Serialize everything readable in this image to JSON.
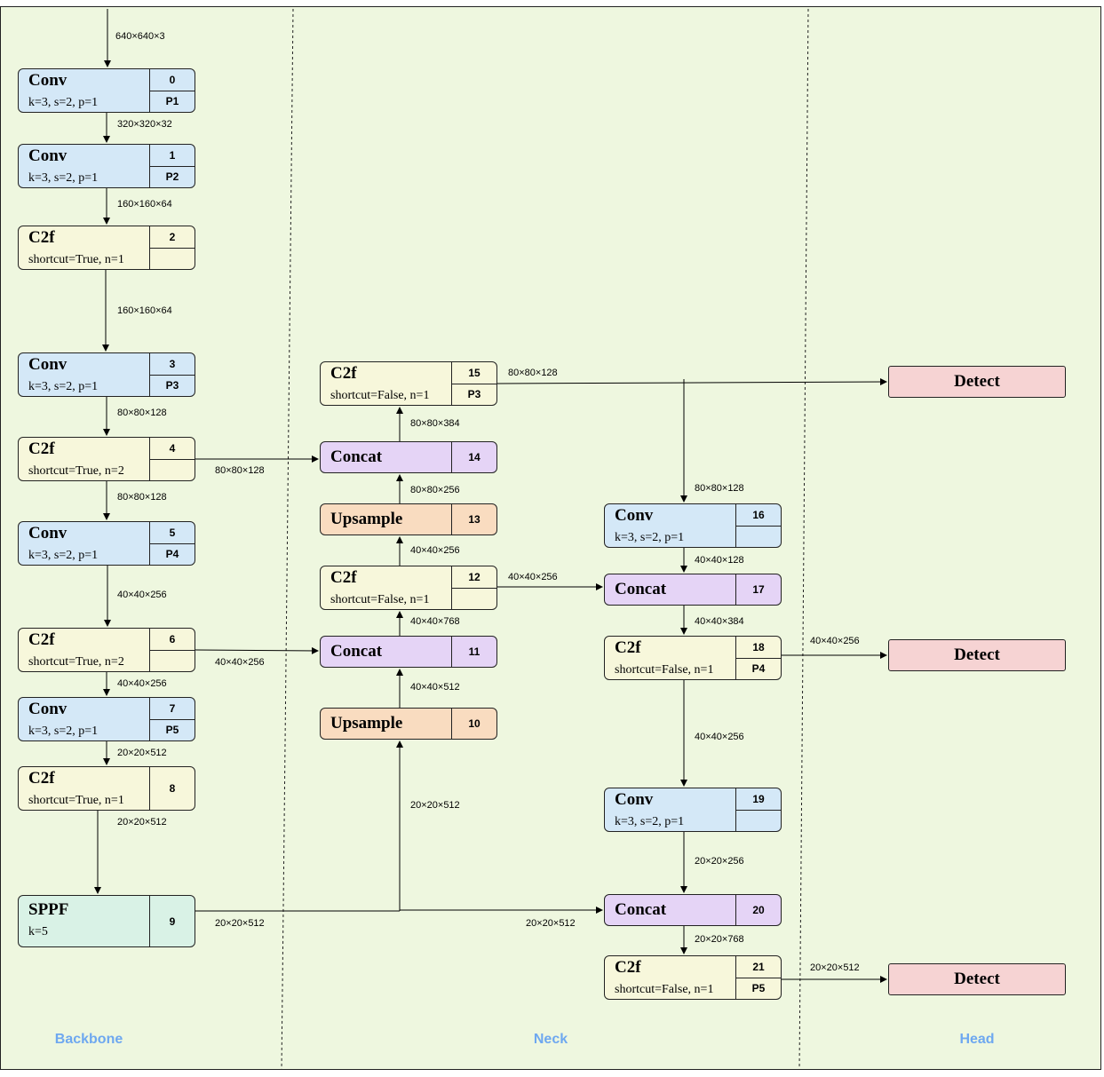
{
  "sections": {
    "backbone": "Backbone",
    "neck": "Neck",
    "head": "Head"
  },
  "nodes": {
    "n0": {
      "type": "Conv",
      "params": "k=3, s=2, p=1",
      "num": "0",
      "p": "P1"
    },
    "n1": {
      "type": "Conv",
      "params": "k=3, s=2, p=1",
      "num": "1",
      "p": "P2"
    },
    "n2": {
      "type": "C2f",
      "params": "shortcut=True, n=1",
      "num": "2",
      "p": ""
    },
    "n3": {
      "type": "Conv",
      "params": "k=3, s=2, p=1",
      "num": "3",
      "p": "P3"
    },
    "n4": {
      "type": "C2f",
      "params": "shortcut=True, n=2",
      "num": "4",
      "p": ""
    },
    "n5": {
      "type": "Conv",
      "params": "k=3, s=2, p=1",
      "num": "5",
      "p": "P4"
    },
    "n6": {
      "type": "C2f",
      "params": "shortcut=True, n=2",
      "num": "6",
      "p": ""
    },
    "n7": {
      "type": "Conv",
      "params": "k=3, s=2, p=1",
      "num": "7",
      "p": "P5"
    },
    "n8": {
      "type": "C2f",
      "params": "shortcut=True, n=1",
      "num": "8"
    },
    "n9": {
      "type": "SPPF",
      "params": "k=5",
      "num": "9"
    },
    "n10": {
      "type": "Upsample",
      "num": "10"
    },
    "n11": {
      "type": "Concat",
      "num": "11"
    },
    "n12": {
      "type": "C2f",
      "params": "shortcut=False, n=1",
      "num": "12",
      "p": ""
    },
    "n13": {
      "type": "Upsample",
      "num": "13"
    },
    "n14": {
      "type": "Concat",
      "num": "14"
    },
    "n15": {
      "type": "C2f",
      "params": "shortcut=False, n=1",
      "num": "15",
      "p": "P3"
    },
    "n16": {
      "type": "Conv",
      "params": "k=3, s=2, p=1",
      "num": "16",
      "p": ""
    },
    "n17": {
      "type": "Concat",
      "num": "17"
    },
    "n18": {
      "type": "C2f",
      "params": "shortcut=False, n=1",
      "num": "18",
      "p": "P4"
    },
    "n19": {
      "type": "Conv",
      "params": "k=3, s=2, p=1",
      "num": "19",
      "p": ""
    },
    "n20": {
      "type": "Concat",
      "num": "20"
    },
    "n21": {
      "type": "C2f",
      "params": "shortcut=False, n=1",
      "num": "21",
      "p": "P5"
    },
    "d1": {
      "type": "Detect"
    },
    "d2": {
      "type": "Detect"
    },
    "d3": {
      "type": "Detect"
    }
  },
  "edge_labels": {
    "input": "640×640×3",
    "e0_1": "320×320×32",
    "e1_2": "160×160×64",
    "e2_3": "160×160×64",
    "e3_4": "80×80×128",
    "e4_14": "80×80×128",
    "e4_5": "80×80×128",
    "e5_6": "40×40×256",
    "e6_11": "40×40×256",
    "e6_7": "40×40×256",
    "e7_8": "20×20×512",
    "e8_9": "20×20×512",
    "e9_10": "20×20×512",
    "e9_out": "20×20×512",
    "e9_20": "20×20×512",
    "e10_11": "40×40×512",
    "e11_12": "40×40×768",
    "e12_13": "40×40×256",
    "e12_17": "40×40×256",
    "e13_14": "80×80×256",
    "e14_15": "80×80×384",
    "e15_d": "80×80×128",
    "e15_16": "80×80×128",
    "e16_17": "40×40×128",
    "e17_18": "40×40×384",
    "e18_d": "40×40×256",
    "e18_19": "40×40×256",
    "e19_20": "20×20×256",
    "e20_21": "20×20×768",
    "e21_d": "20×20×512"
  }
}
